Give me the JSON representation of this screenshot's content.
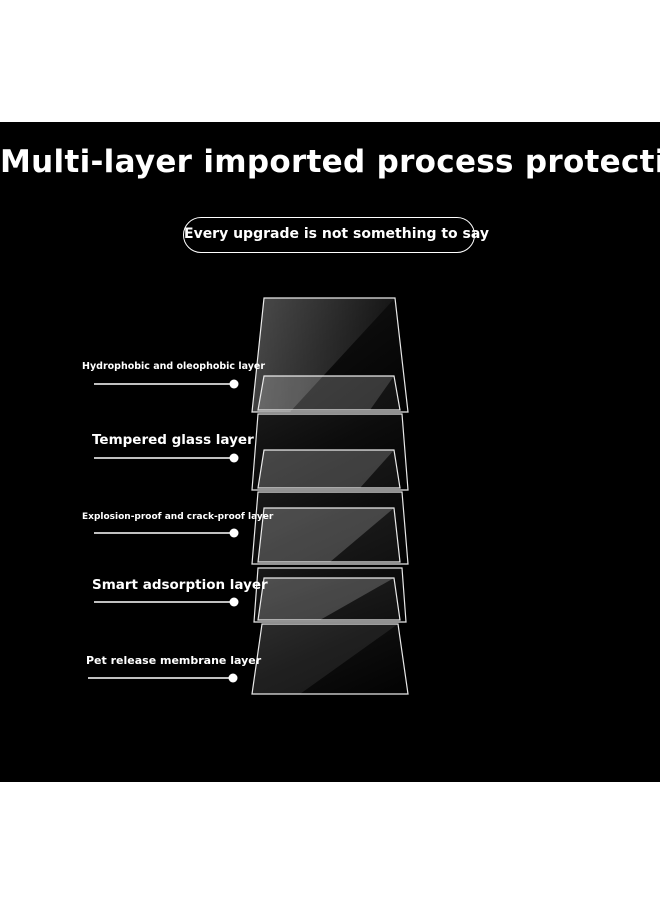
{
  "title": "Multi-layer imported process protection",
  "subtitle": "Every upgrade is not something to say",
  "layers": [
    {
      "label": "Hydrophobic and oleophobic layer"
    },
    {
      "label": "Tempered glass layer"
    },
    {
      "label": "Explosion-proof and crack-proof layer"
    },
    {
      "label": "Smart adsorption layer"
    },
    {
      "label": "Pet release membrane layer"
    }
  ],
  "colors": {
    "background": "#000000",
    "text": "#ffffff",
    "glass_edge": "#e8e8e8"
  }
}
